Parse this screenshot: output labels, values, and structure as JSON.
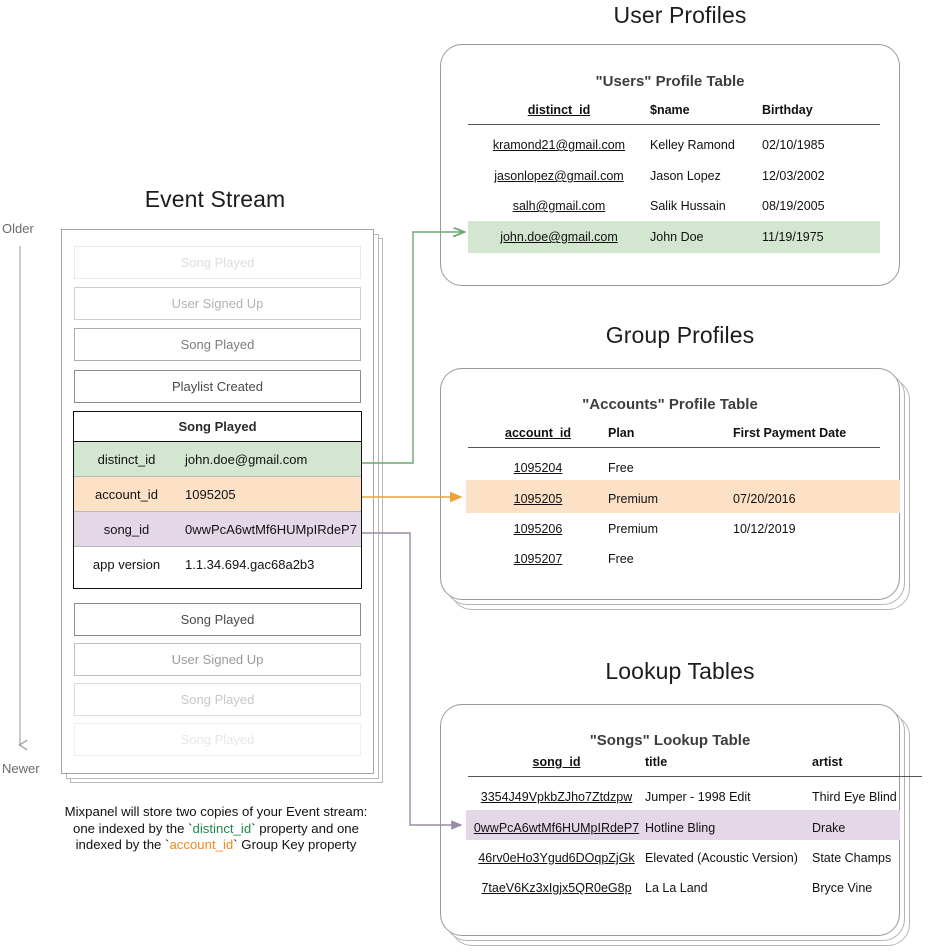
{
  "sections": {
    "event_stream_title": "Event Stream",
    "user_profiles_title": "User Profiles",
    "group_profiles_title": "Group Profiles",
    "lookup_tables_title": "Lookup Tables"
  },
  "axis": {
    "older_label": "Older",
    "newer_label": "Newer"
  },
  "event_stream": {
    "events_above": [
      {
        "label": "Song Played",
        "opacity": 0.18
      },
      {
        "label": "User Signed Up",
        "opacity": 0.42
      },
      {
        "label": "Song Played",
        "opacity": 0.72
      },
      {
        "label": "Playlist Created",
        "opacity": 1.0
      }
    ],
    "selected_event": {
      "name": "Song Played",
      "properties": [
        {
          "key": "distinct_id",
          "value": "john.doe@gmail.com",
          "highlight": "green"
        },
        {
          "key": "account_id",
          "value": "1095205",
          "highlight": "orange"
        },
        {
          "key": "song_id",
          "value": "0wwPcA6wtMf6HUMpIRdeP7",
          "highlight": "purple"
        },
        {
          "key": "app version",
          "value": "1.1.34.694.gac68a2b3",
          "highlight": "none"
        }
      ]
    },
    "events_below": [
      {
        "label": "Song Played",
        "opacity": 1.0
      },
      {
        "label": "User Signed Up",
        "opacity": 0.55
      },
      {
        "label": "Song Played",
        "opacity": 0.3
      },
      {
        "label": "Song Played",
        "opacity": 0.13
      }
    ]
  },
  "users_table": {
    "title": "\"Users\" Profile Table",
    "columns": [
      "distinct_id",
      "$name",
      "Birthday"
    ],
    "rows": [
      {
        "cells": [
          "kramond21@gmail.com",
          "Kelley Ramond",
          "02/10/1985"
        ],
        "highlight": "none"
      },
      {
        "cells": [
          "jasonlopez@gmail.com",
          "Jason Lopez",
          "12/03/2002"
        ],
        "highlight": "none"
      },
      {
        "cells": [
          "salh@gmail.com",
          "Salik Hussain",
          "08/19/2005"
        ],
        "highlight": "none"
      },
      {
        "cells": [
          "john.doe@gmail.com",
          "John Doe",
          "11/19/1975"
        ],
        "highlight": "green"
      }
    ]
  },
  "accounts_table": {
    "title": "\"Accounts\" Profile Table",
    "columns": [
      "account_id",
      "Plan",
      "First Payment Date"
    ],
    "rows": [
      {
        "cells": [
          "1095204",
          "Free",
          ""
        ],
        "highlight": "none"
      },
      {
        "cells": [
          "1095205",
          "Premium",
          "07/20/2016"
        ],
        "highlight": "orange"
      },
      {
        "cells": [
          "1095206",
          "Premium",
          "10/12/2019"
        ],
        "highlight": "none"
      },
      {
        "cells": [
          "1095207",
          "Free",
          ""
        ],
        "highlight": "none"
      }
    ]
  },
  "songs_table": {
    "title": "\"Songs\" Lookup Table",
    "columns": [
      "song_id",
      "title",
      "artist"
    ],
    "rows": [
      {
        "cells": [
          "3354J49VpkbZJho7Ztdzpw",
          "Jumper - 1998 Edit",
          "Third Eye Blind"
        ],
        "highlight": "none"
      },
      {
        "cells": [
          "0wwPcA6wtMf6HUMpIRdeP7",
          "Hotline Bling",
          "Drake"
        ],
        "highlight": "purple"
      },
      {
        "cells": [
          "46rv0eHo3Ygud6DOqpZjGk",
          "Elevated (Acoustic Version)",
          "State Champs"
        ],
        "highlight": "none"
      },
      {
        "cells": [
          "7taeV6Kz3xIgjx5QR0eG8p",
          "La La Land",
          "Bryce Vine"
        ],
        "highlight": "none"
      }
    ]
  },
  "caption": {
    "line1": "Mixpanel will store two copies of your Event stream:",
    "line2_a": "one indexed by the `",
    "line2_key": "distinct_id",
    "line2_b": "` property and one",
    "line3_a": "indexed by the `",
    "line3_key": "account_id",
    "line3_b": "` Group Key property"
  },
  "colors": {
    "green_highlight": "#d3e6d0",
    "orange_highlight": "#fce1c6",
    "purple_highlight": "#e4d7e8",
    "green_arrow": "#6aa86f",
    "orange_arrow": "#e8a33d",
    "purple_arrow": "#9b8aa6"
  }
}
